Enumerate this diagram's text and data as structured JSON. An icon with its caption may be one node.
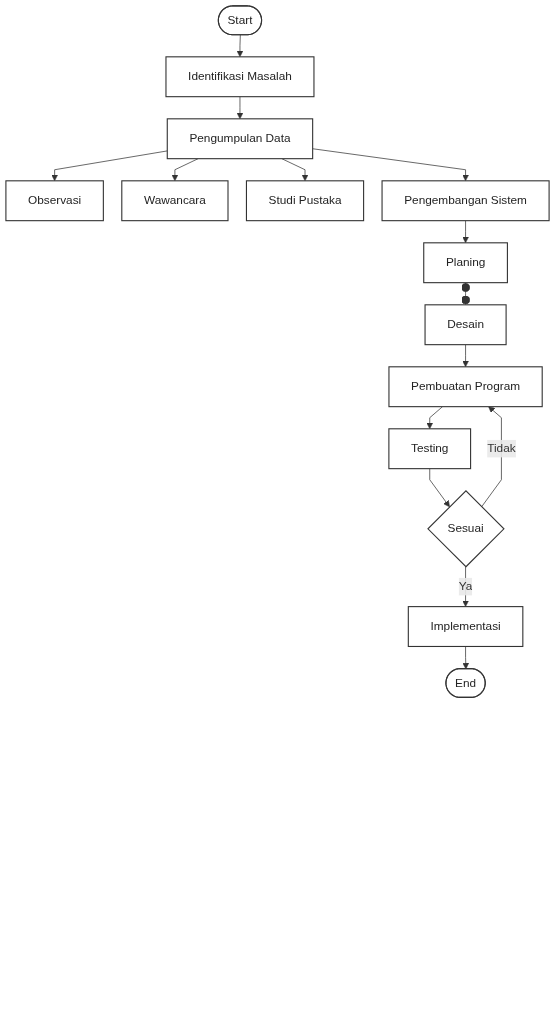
{
  "diagram": {
    "nodes": [
      {
        "text": [
          "Start"
        ]
      },
      {
        "text": [
          "Identifikasi Masalah"
        ]
      },
      {
        "text": [
          "Pengumpulan Data"
        ]
      },
      {
        "text": [
          "Observasi"
        ]
      },
      {
        "text": [
          "Wawancara"
        ]
      },
      {
        "text": [
          "Studi Pustaka"
        ]
      },
      {
        "text": [
          "Pengembangan Sistem"
        ]
      },
      {
        "text": [
          "Planing"
        ]
      },
      {
        "text": [
          "Desain"
        ]
      },
      {
        "text": [
          "Pembuatan Program"
        ]
      },
      {
        "text": [
          "Testing"
        ]
      },
      {
        "text": [
          "Sesuai"
        ]
      },
      {
        "text": [
          "Implementasi"
        ]
      },
      {
        "text": [
          "End"
        ]
      }
    ],
    "edges": [
      {
        "from": 0,
        "to": 1,
        "arrow": "to"
      },
      {
        "from": 1,
        "to": 2,
        "arrow": "to"
      },
      {
        "from": 2,
        "to": 3,
        "arrow": "to"
      },
      {
        "from": 2,
        "to": 4,
        "arrow": "to"
      },
      {
        "from": 2,
        "to": 5,
        "arrow": "to"
      },
      {
        "from": 2,
        "to": 6,
        "arrow": "to"
      },
      {
        "from": 6,
        "to": 7,
        "arrow": "to"
      },
      {
        "from": 7,
        "to": 8,
        "arrow": "other"
      },
      {
        "from": 8,
        "to": 9,
        "arrow": "to"
      },
      {
        "from": 9,
        "to": 10,
        "arrow": "to"
      },
      {
        "from": 10,
        "to": 11,
        "arrow": "to"
      },
      {
        "from": 11,
        "to": 9,
        "arrow": "to",
        "label": "Tidak"
      },
      {
        "from": 11,
        "to": 12,
        "arrow": "to",
        "label": "Ya"
      },
      {
        "from": 12,
        "to": 13,
        "arrow": "to"
      }
    ]
  }
}
